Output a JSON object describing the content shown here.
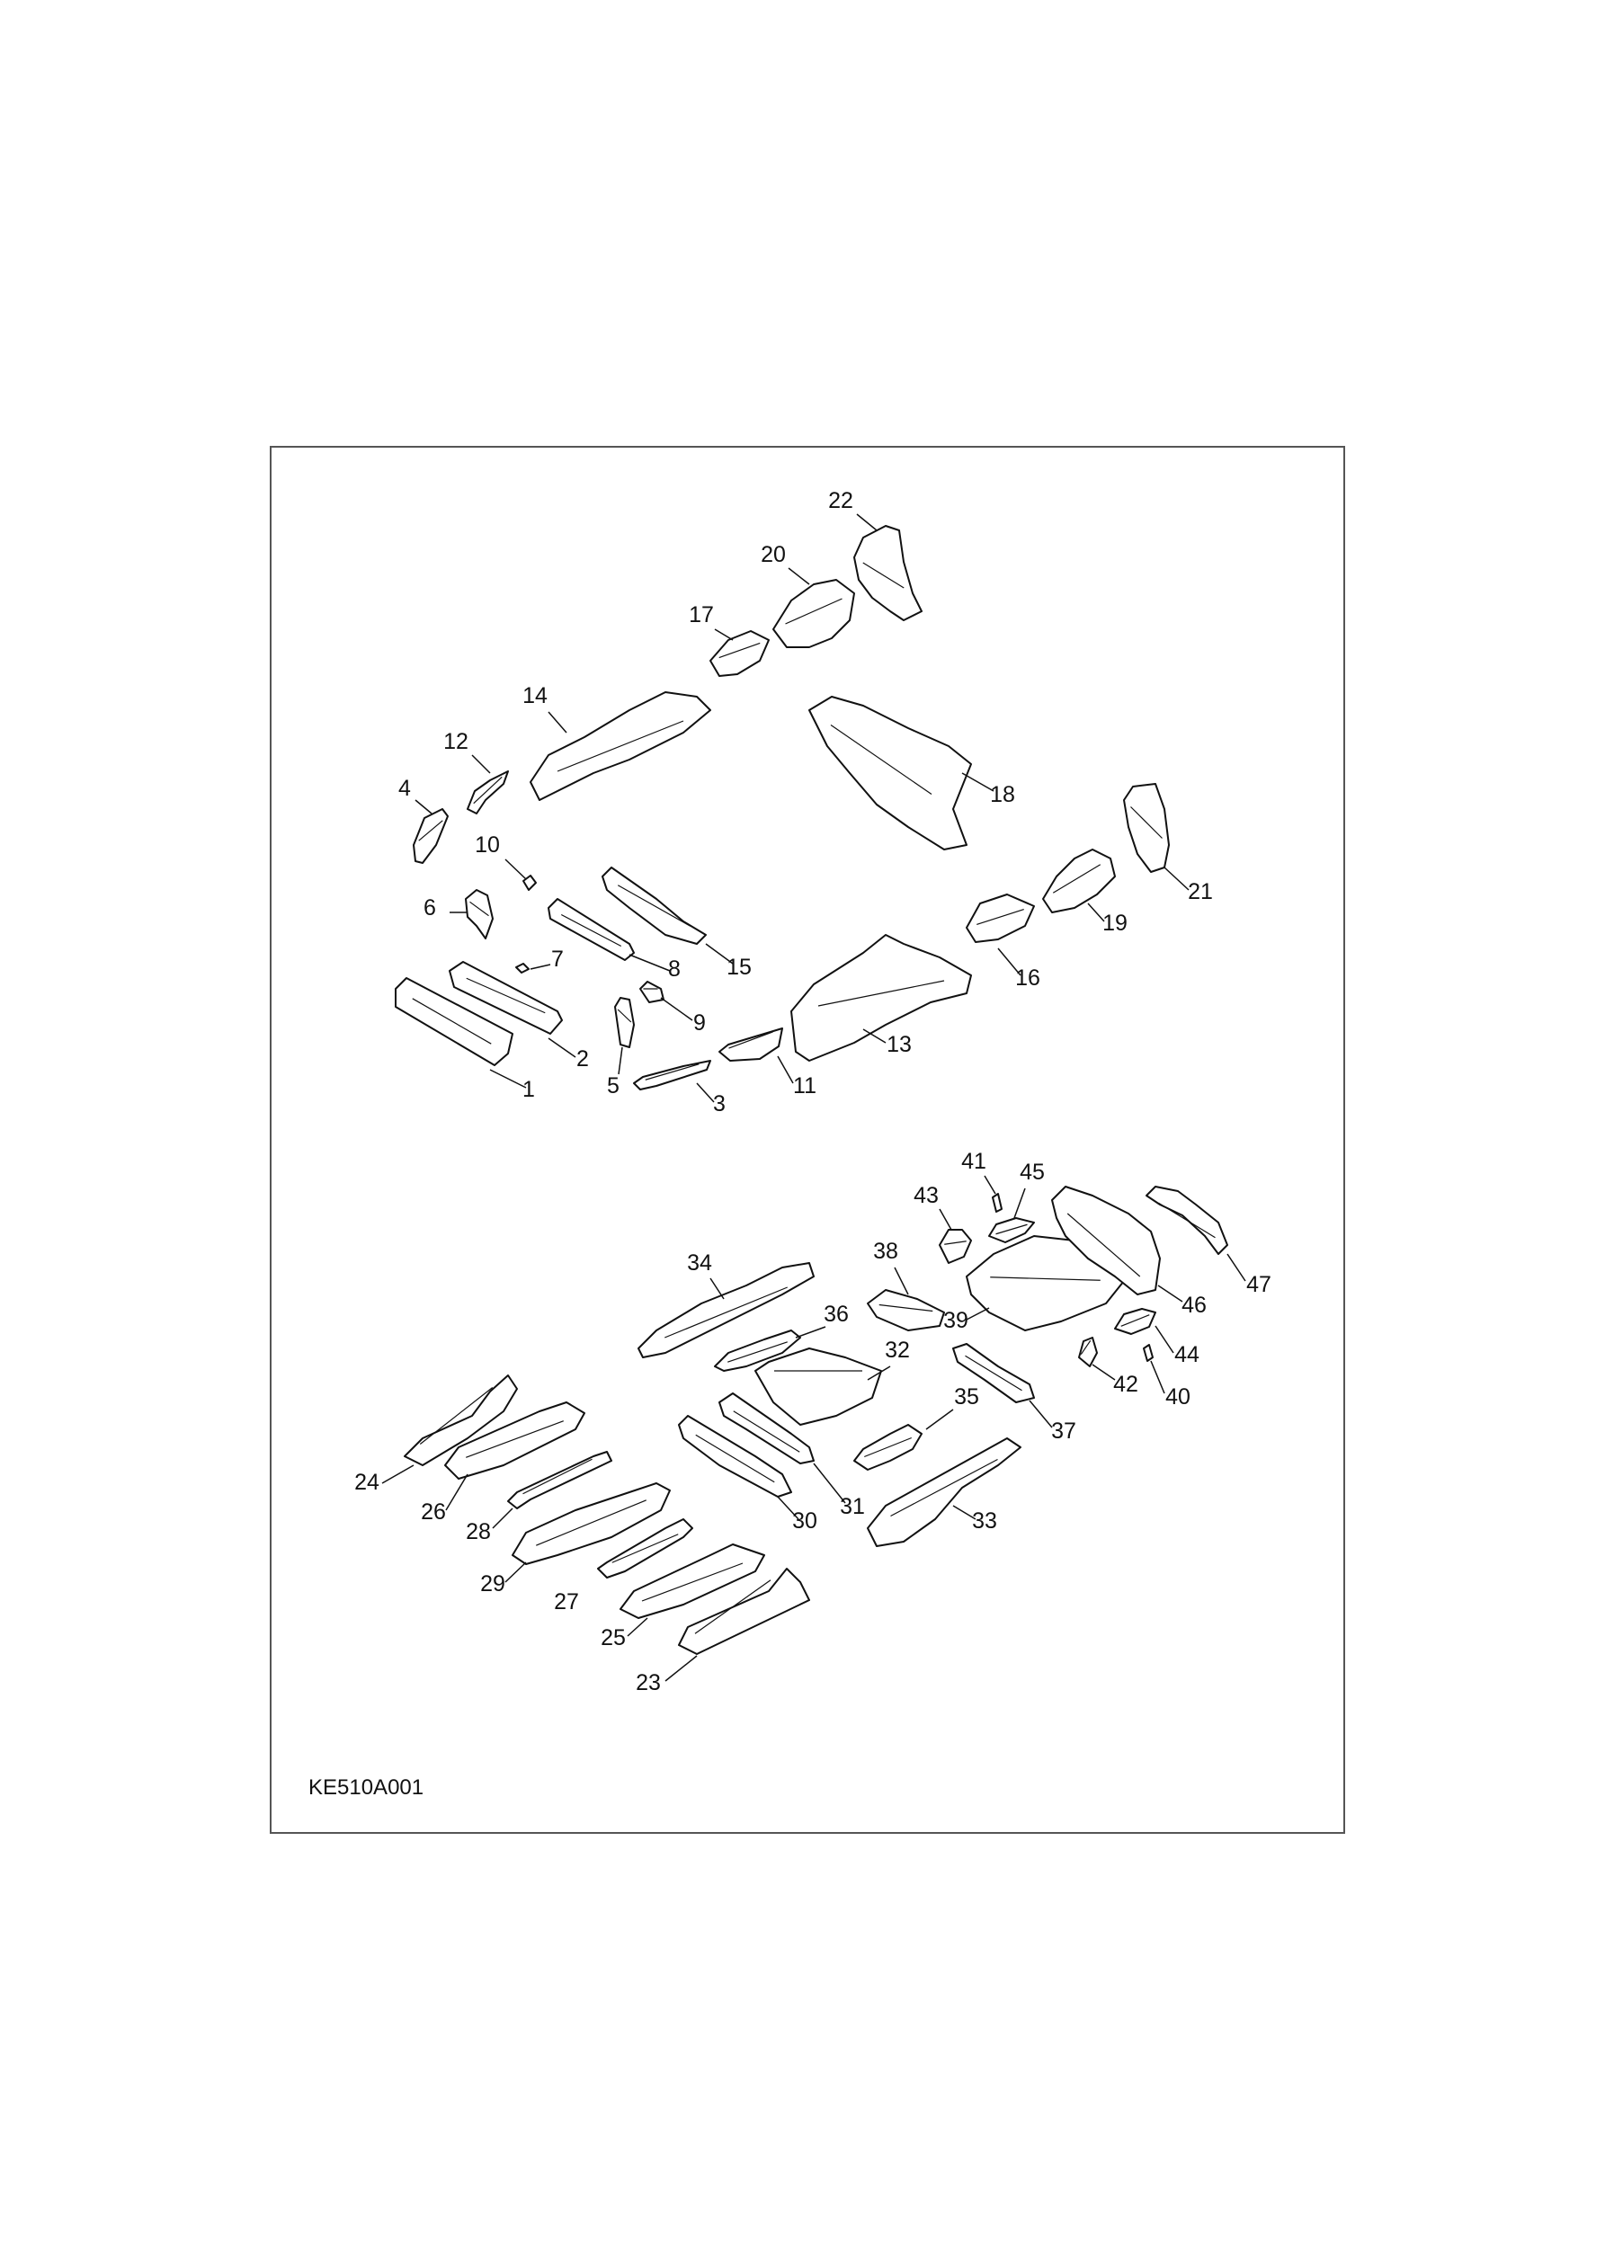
{
  "diagram": {
    "code": "KE510A001",
    "callouts": [
      "1",
      "2",
      "3",
      "4",
      "5",
      "6",
      "7",
      "8",
      "9",
      "10",
      "11",
      "12",
      "13",
      "14",
      "15",
      "16",
      "17",
      "18",
      "19",
      "20",
      "21",
      "22",
      "23",
      "24",
      "25",
      "26",
      "27",
      "28",
      "29",
      "30",
      "31",
      "32",
      "33",
      "34",
      "35",
      "36",
      "37",
      "38",
      "39",
      "40",
      "41",
      "42",
      "43",
      "44",
      "45",
      "46",
      "47"
    ]
  }
}
